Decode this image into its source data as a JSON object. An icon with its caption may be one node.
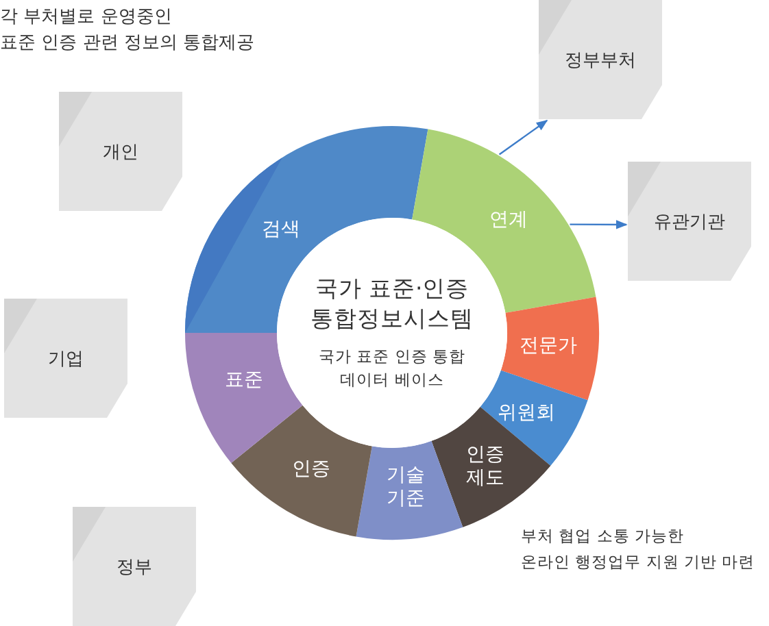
{
  "diagram": {
    "nodes": [
      {
        "text": [
          "정부부처"
        ]
      },
      {
        "text": [
          "개인"
        ]
      },
      {
        "text": [
          "유관기관"
        ]
      },
      {
        "text": [
          "기업"
        ]
      },
      {
        "text": [
          "정부"
        ]
      },
      {
        "text": [
          "국가 표준·인증 통합정보시스템",
          "국가 표준 인증 통합 데이터 베이스"
        ]
      },
      {
        "text": [
          "검색"
        ]
      },
      {
        "text": [
          "연계"
        ]
      },
      {
        "text": [
          "전문가"
        ]
      },
      {
        "text": [
          "위원회"
        ]
      },
      {
        "text": [
          "인증 제도"
        ]
      },
      {
        "text": [
          "기술 기준"
        ]
      },
      {
        "text": [
          "인증"
        ]
      },
      {
        "text": [
          "표준"
        ]
      }
    ],
    "edges": [
      {
        "from": 7,
        "to": 0,
        "arrow": "to"
      },
      {
        "from": 7,
        "to": 2,
        "arrow": "to"
      }
    ],
    "labels": [
      "각 부처별로 운영중인 표준 인증 관련 정보의 통합제공",
      "부처 협업 소통 가능한 온라인 행정업무 지원 기반 마련"
    ]
  }
}
